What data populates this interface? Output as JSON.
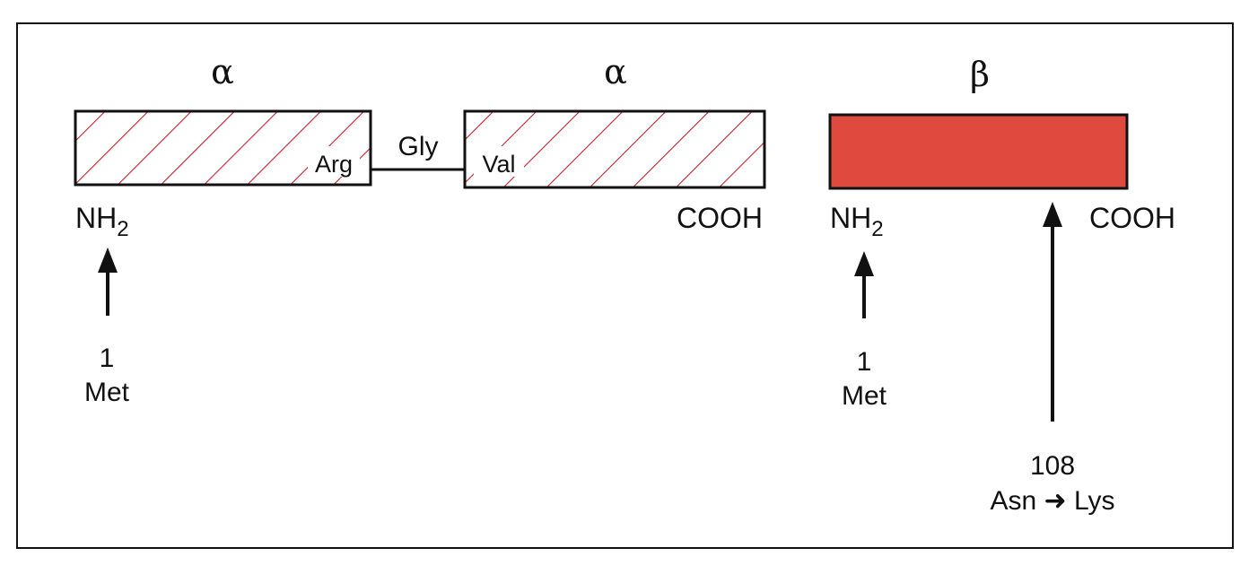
{
  "colors": {
    "hatch": "#c0242a",
    "beta_fill": "#e04a3e",
    "ink": "#111111"
  },
  "alpha_chain_1": {
    "greek_label": "α",
    "n_terminus": {
      "text": "NH",
      "subscript": "2"
    },
    "end_residue": "Arg",
    "start_residue": {
      "number": "1",
      "name": "Met"
    }
  },
  "linker": {
    "residue": "Gly"
  },
  "alpha_chain_2": {
    "greek_label": "α",
    "start_residue": "Val",
    "c_terminus": "COOH"
  },
  "beta_chain": {
    "greek_label": "β",
    "n_terminus": {
      "text": "NH",
      "subscript": "2"
    },
    "c_terminus": "COOH",
    "start_residue": {
      "number": "1",
      "name": "Met"
    },
    "mutation": {
      "position": "108",
      "from": "Asn",
      "arrow": "➜",
      "to": "Lys"
    }
  }
}
